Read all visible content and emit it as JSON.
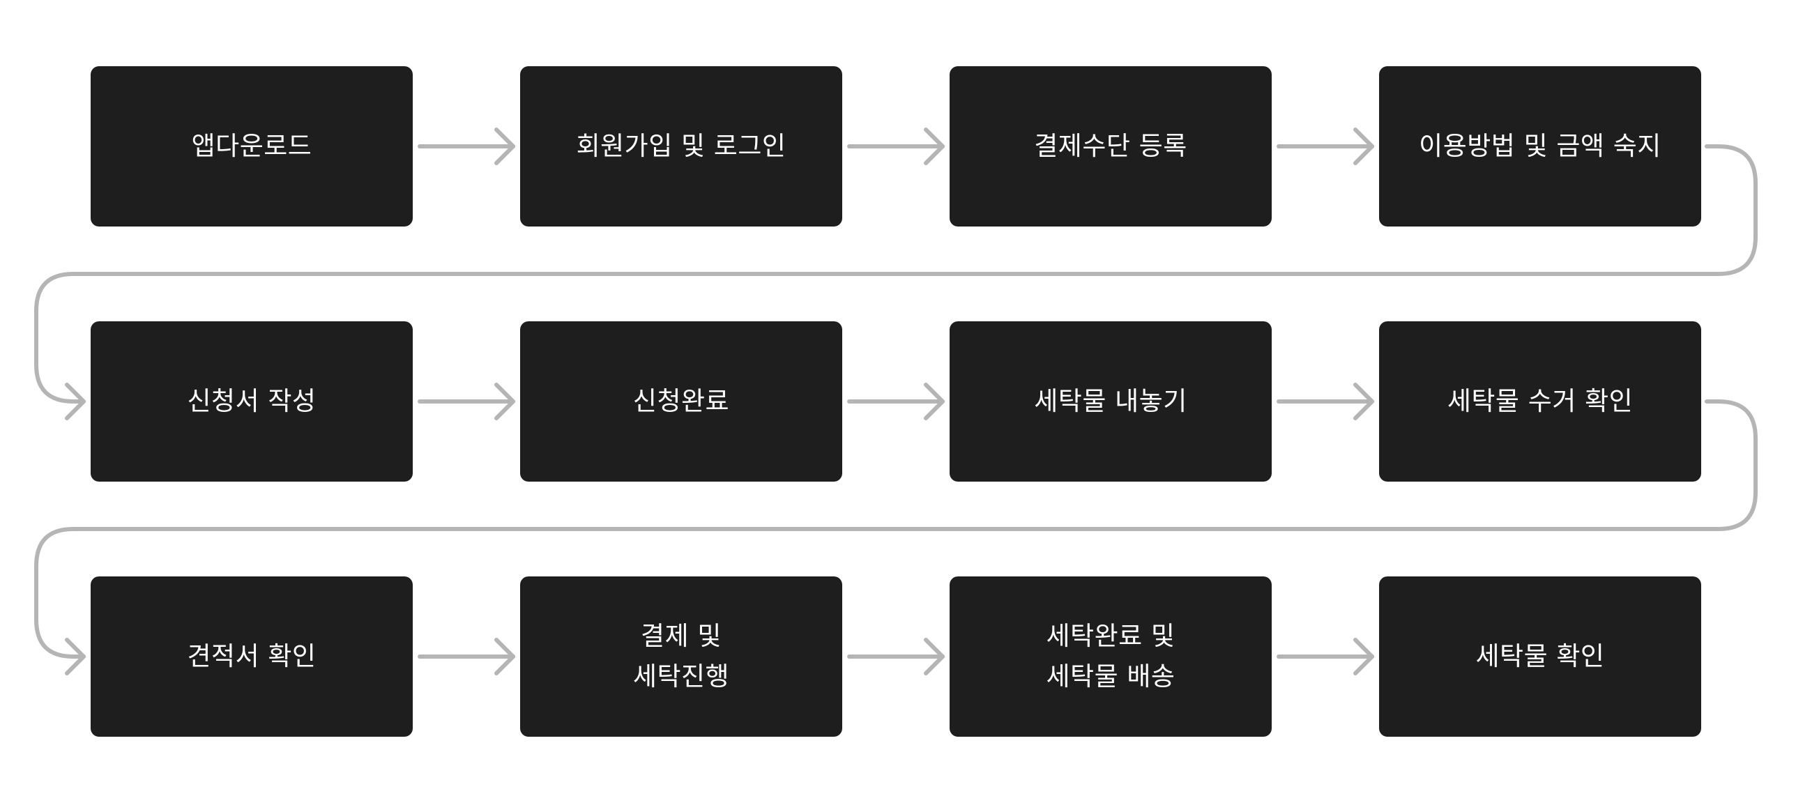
{
  "steps": [
    "앱다운로드",
    "회원가입 및 로그인",
    "결제수단 등록",
    "이용방법 및 금액 숙지",
    "신청서 작성",
    "신청완료",
    "세탁물 내놓기",
    "세탁물 수거 확인",
    "견적서 확인",
    "결제 및\n세탁진행",
    "세탁완료 및\n세탁물 배송",
    "세탁물 확인"
  ],
  "colors": {
    "box_fill": "#1e1e1e",
    "box_text": "#ffffff",
    "connector": "#b5b5b5",
    "background": "#ffffff"
  }
}
